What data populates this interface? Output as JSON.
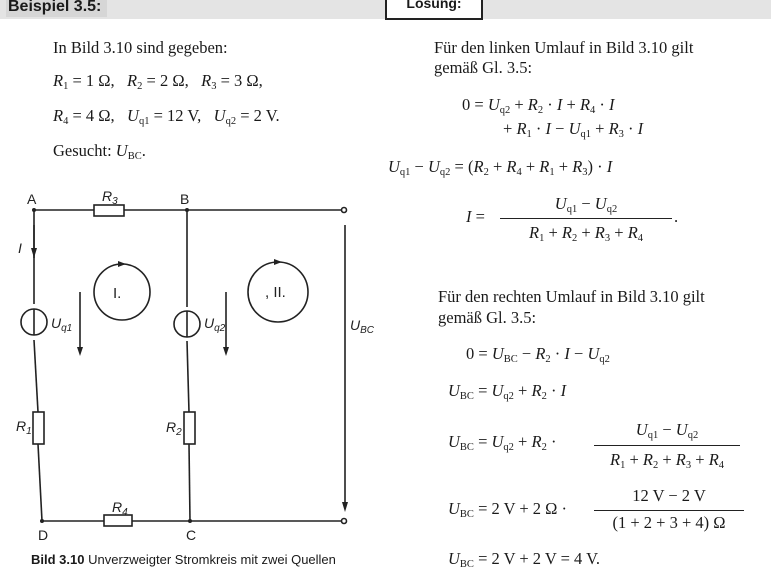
{
  "header": {
    "example_label": "Beispiel 3.5:",
    "solution_label": "Lösung:"
  },
  "given": {
    "intro": "In Bild 3.10 sind gegeben:",
    "line1": "R₁ = 1 Ω,   R₂ = 2 Ω,   R₃ = 3 Ω,",
    "line2": "R₄ = 4 Ω,   Uq1 = 12 V,   Uq2 = 2 V.",
    "sought": "Gesucht: UBC."
  },
  "solution": {
    "left_intro_1": "Für den linken Umlauf in Bild 3.10 gilt",
    "left_intro_2": "gemäß Gl. 3.5:",
    "eq1_line1": "0 = Uq2 + R2 · I + R4 · I",
    "eq1_line2": "+ R1 · I − Uq1 + R3 · I",
    "eq2": "Uq1 − Uq2 = (R2 + R4 + R1 + R3) · I",
    "eq3_lhs": "I =",
    "eq3_num": "Uq1 − Uq2",
    "eq3_den": "R1 + R2 + R3 + R4",
    "right_intro_1": "Für den rechten Umlauf in Bild 3.10 gilt",
    "right_intro_2": "gemäß Gl. 3.5:",
    "eq4": "0 = UBC − R2 · I − Uq2",
    "eq5": "UBC = Uq2 + R2 · I",
    "eq6_lhs": "UBC = Uq2 + R2 ·",
    "eq6_num": "Uq1 − Uq2",
    "eq6_den": "R1 + R2 + R3 + R4",
    "eq7_lhs": "UBC = 2 V + 2 Ω ·",
    "eq7_num": "12 V − 2 V",
    "eq7_den": "(1 + 2 + 3 + 4) Ω",
    "eq8": "UBC = 2 V + 2 V = 4 V."
  },
  "circuit": {
    "node_a": "A",
    "node_b": "B",
    "node_c": "C",
    "node_d": "D",
    "current": "I",
    "r1": "R1",
    "r2": "R2",
    "r3": "R3",
    "r4": "R4",
    "uq1": "Uq1",
    "uq2": "Uq2",
    "ubc": "UBC",
    "loop1": "I.",
    "loop2": ", II."
  },
  "caption": {
    "label": "Bild 3.10",
    "text": "Unverzweigter Stromkreis mit zwei Quellen"
  }
}
